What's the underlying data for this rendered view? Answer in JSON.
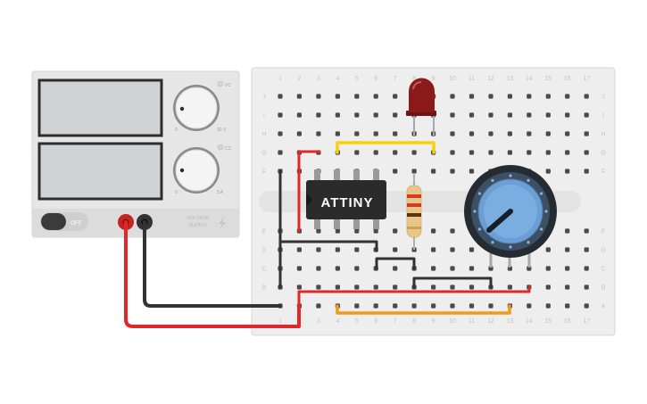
{
  "power_supply": {
    "voltage_display": "",
    "current_display": "",
    "voltage_knob": {
      "min_label": "0",
      "max_label": "30 V",
      "mode_label": "VC"
    },
    "current_knob": {
      "min_label": "0",
      "max_label": "5 A",
      "mode_label": "CC"
    },
    "power_switch_label": "OFF",
    "panel_label_line1": "VOLTAGE",
    "panel_label_line2": "SUPPLY"
  },
  "breadboard": {
    "row_labels": [
      "J",
      "I",
      "H",
      "G",
      "F",
      "E",
      "D",
      "C",
      "B",
      "A"
    ],
    "column_labels": [
      "1",
      "2",
      "3",
      "4",
      "5",
      "6",
      "7",
      "8",
      "9",
      "10",
      "11",
      "12",
      "13",
      "14",
      "15",
      "16",
      "17"
    ]
  },
  "chip_label": "ATTINY",
  "colors": {
    "supply_body": "#e6e6e6",
    "display": "#cfd3d3",
    "breadboard": "#eeeeee",
    "chip": "#2b2b2b",
    "led": "#8b1a1a",
    "pot_knob": "#6b9fd4",
    "wire_red": "#e02828",
    "wire_black": "#333333",
    "wire_yellow": "#f5d20a",
    "wire_orange": "#f39a1a"
  }
}
